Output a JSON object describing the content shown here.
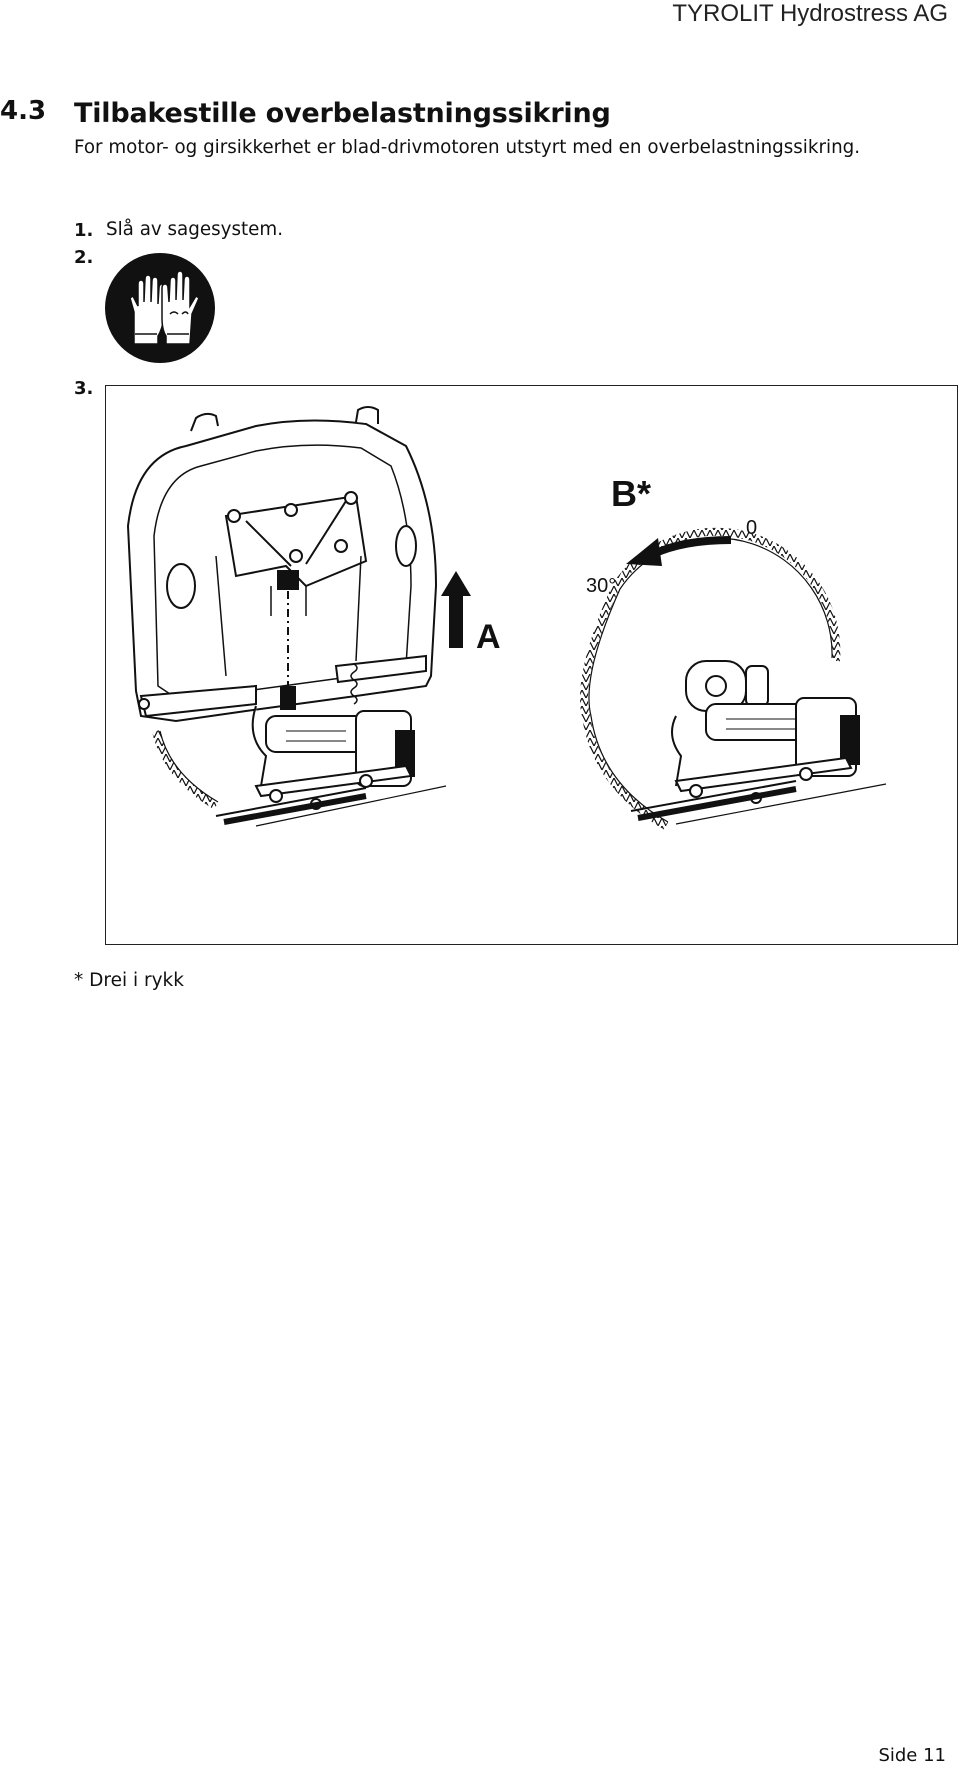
{
  "header": {
    "company": "TYROLIT Hydrostress AG"
  },
  "section": {
    "number": "4.3",
    "title": "Tilbakestille overbelastningssikring",
    "intro": "For motor- og girsikkerhet er blad-drivmotoren utstyrt med en overbelastningssikring."
  },
  "steps": [
    {
      "number": "1.",
      "text": "Slå av sagesystem."
    },
    {
      "number": "2.",
      "icon": "protective-gloves-icon"
    },
    {
      "number": "3.",
      "figure": "saw-blade-reset-illustration"
    }
  ],
  "figure": {
    "label_a": "A",
    "label_b": "B*",
    "angle_start": "0",
    "angle_end": "30°"
  },
  "footnote": "* Drei i rykk",
  "footer": {
    "page": "Side 11"
  }
}
